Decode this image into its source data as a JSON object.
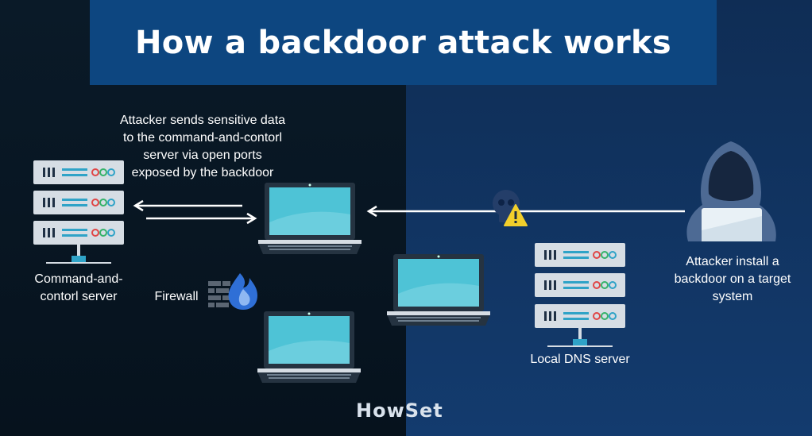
{
  "title": "How a backdoor attack works",
  "labels": {
    "attacker_sends": "Attacker sends sensitive data to the command-and-contorl server via open ports exposed by the backdoor",
    "cc_server": "Command-and-contorl server",
    "firewall": "Firewall",
    "attacker_install": "Attacker install a backdoor on a target system",
    "dns_server": "Local DNS server"
  },
  "brand": "HowSet",
  "colors": {
    "title_bg": "#0d4680",
    "server_body": "#d6dde4",
    "screen": "#4ec3d6",
    "laptop_frame": "#253341",
    "hood": "#4d6a94",
    "warning": "#f2cf2b",
    "flame": "#2f6fd6"
  }
}
